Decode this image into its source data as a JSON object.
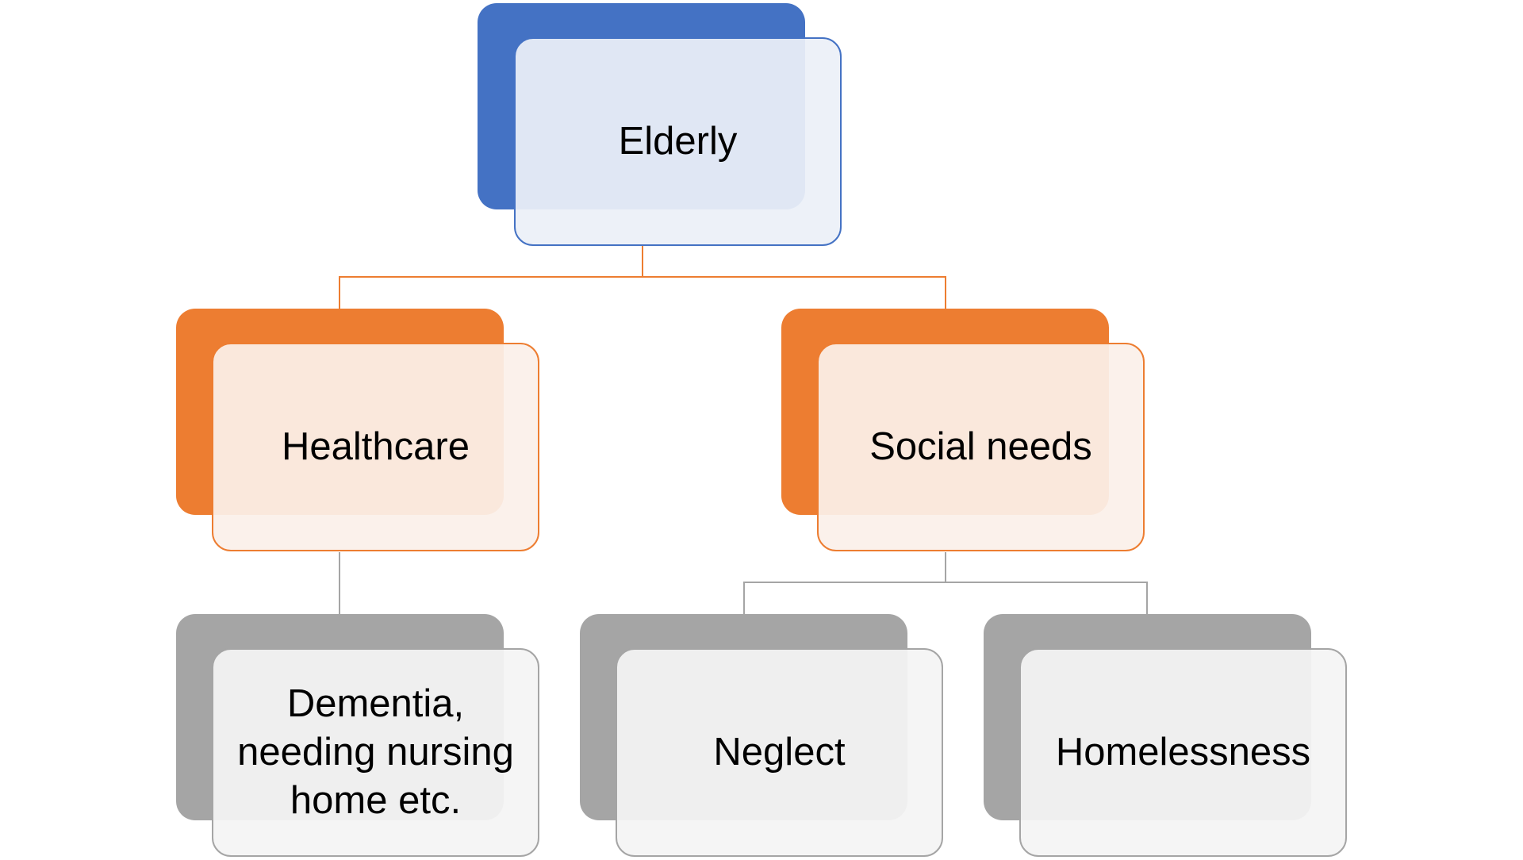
{
  "root": {
    "label": "Elderly"
  },
  "level2": [
    {
      "label": "Healthcare"
    },
    {
      "label": "Social needs"
    }
  ],
  "level3": [
    {
      "label": "Dementia, needing nursing home etc."
    },
    {
      "label": "Neglect"
    },
    {
      "label": "Homelessness"
    }
  ],
  "colors": {
    "root": "#4472c4",
    "level2": "#ed7d31",
    "level3": "#a5a5a5"
  }
}
